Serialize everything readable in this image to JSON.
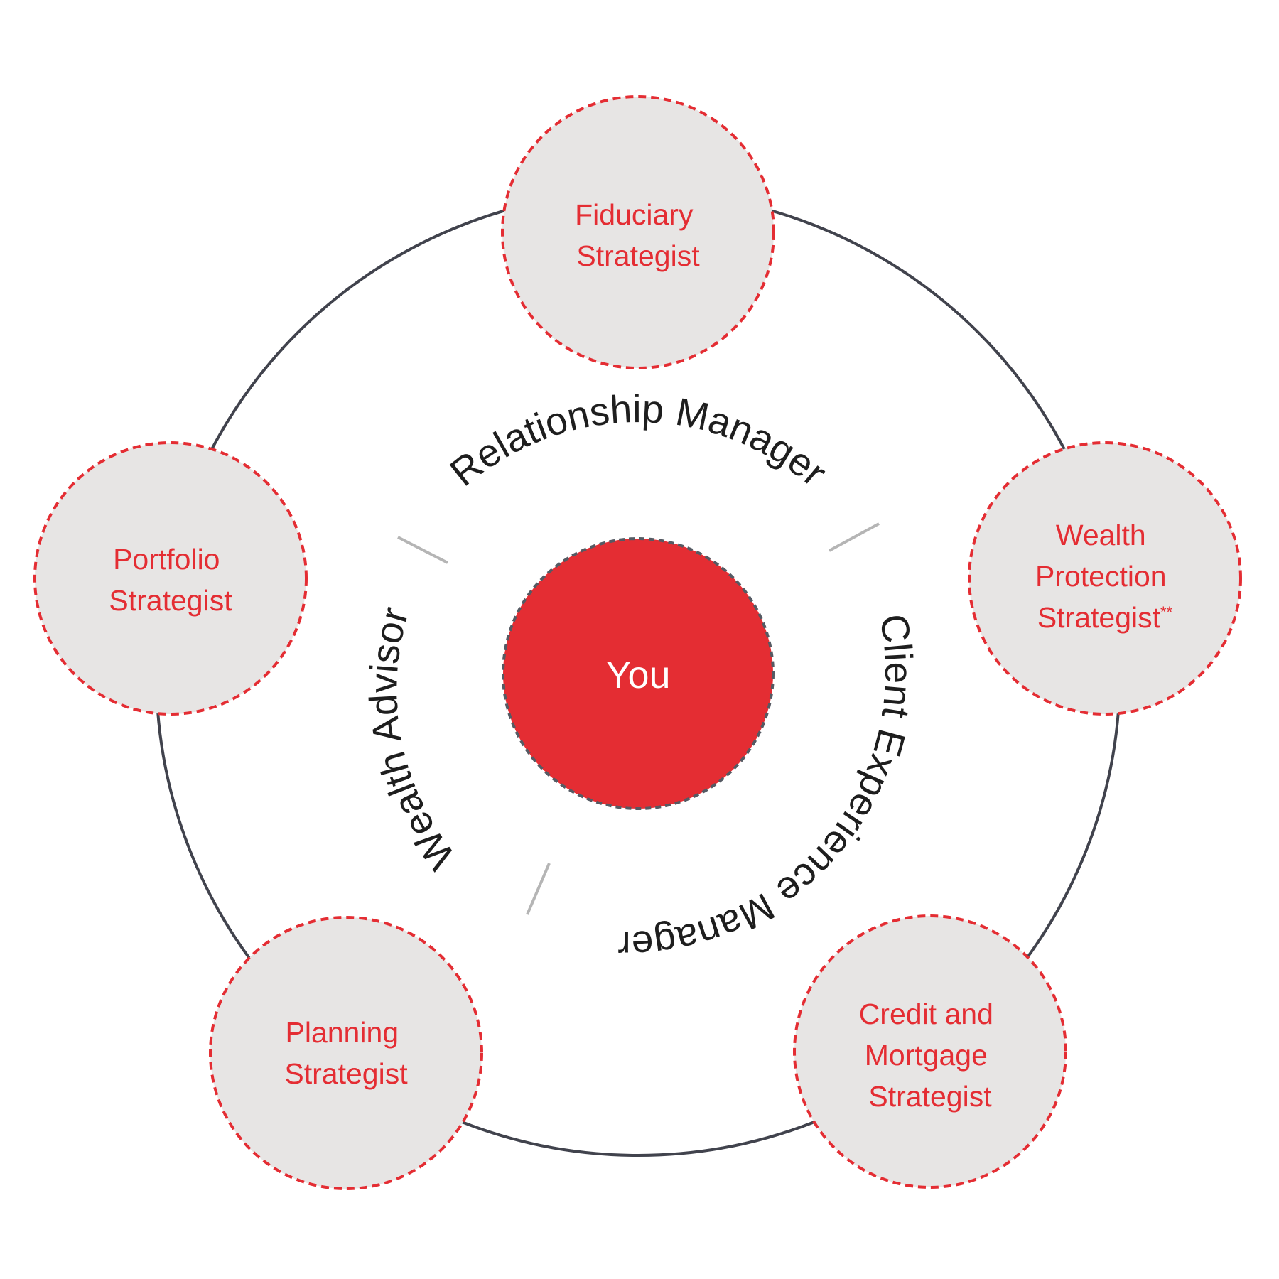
{
  "center": {
    "label": "You",
    "fill": "#e42d33",
    "border": "#555a63"
  },
  "roles": [
    {
      "id": "relationship-manager",
      "label": "Relationship Manager"
    },
    {
      "id": "client-experience-manager",
      "label": "Client Experience Manager"
    },
    {
      "id": "wealth-advisor",
      "label": "Wealth Advisor"
    }
  ],
  "strategists": [
    {
      "id": "fiduciary",
      "lines": [
        "Fiduciary",
        "Strategist"
      ]
    },
    {
      "id": "wealth-protection",
      "lines": [
        "Wealth",
        "Protection",
        "Strategist"
      ],
      "footnote_mark": "**"
    },
    {
      "id": "credit-mortgage",
      "lines": [
        "Credit and",
        "Mortgage",
        "Strategist"
      ]
    },
    {
      "id": "planning",
      "lines": [
        "Planning",
        "Strategist"
      ]
    },
    {
      "id": "portfolio",
      "lines": [
        "Portfolio",
        "Strategist"
      ]
    }
  ],
  "colors": {
    "accent": "#e42d33",
    "node_fill": "#e7e5e4",
    "orbit": "#41434d",
    "divider": "#b5b5b5",
    "role_text": "#1e1e1e"
  }
}
